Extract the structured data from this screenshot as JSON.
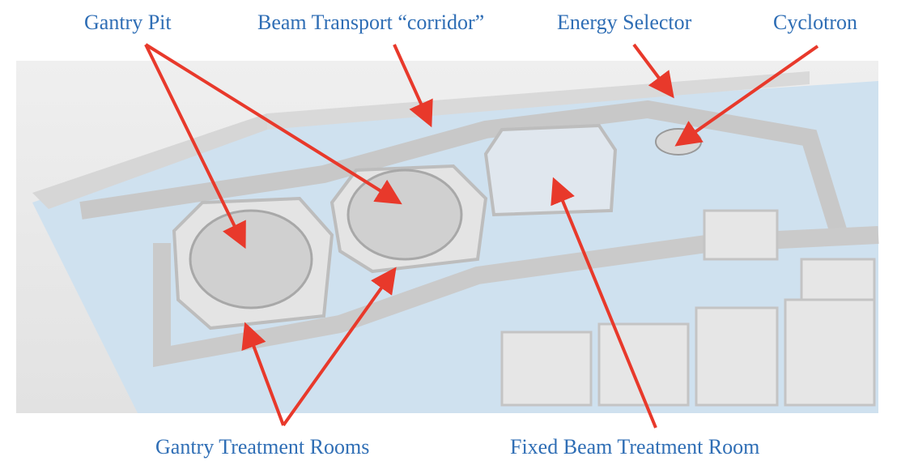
{
  "labels": {
    "gantry_pit": "Gantry Pit",
    "beam_transport": "Beam Transport “corridor”",
    "energy_selector": "Energy Selector",
    "cyclotron": "Cyclotron",
    "gantry_treatment_rooms": "Gantry Treatment Rooms",
    "fixed_beam_room": "Fixed Beam Treatment Room"
  },
  "colors": {
    "label": "#2f6eb5",
    "arrow": "#e8392b",
    "floor": "#cfe1ef",
    "wall": "#d9d9d9"
  }
}
